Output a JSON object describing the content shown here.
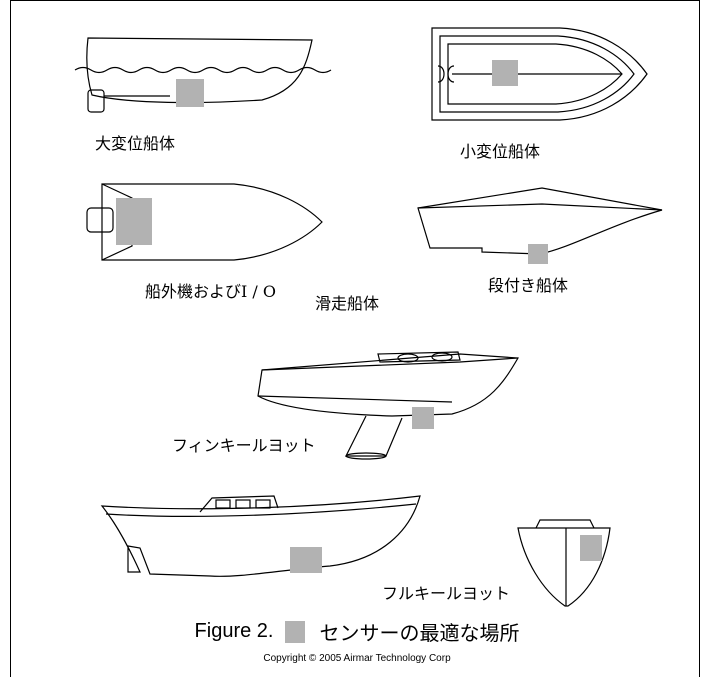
{
  "colors": {
    "sensor": "#b2b2b2",
    "line": "#000000"
  },
  "labels": {
    "displacement_large": "大変位船体",
    "displacement_small": "小変位船体",
    "outboard_io": "船外機およびI / O",
    "planing_hull": "滑走船体",
    "stepped_hull": "段付き船体",
    "fin_keel": "フィンキールヨット",
    "full_keel": "フルキールヨット"
  },
  "caption": {
    "figure": "Figure 2.",
    "text": "センサーの最適な場所"
  },
  "copyright": "Copyright © 2005 Airmar Technology Corp"
}
